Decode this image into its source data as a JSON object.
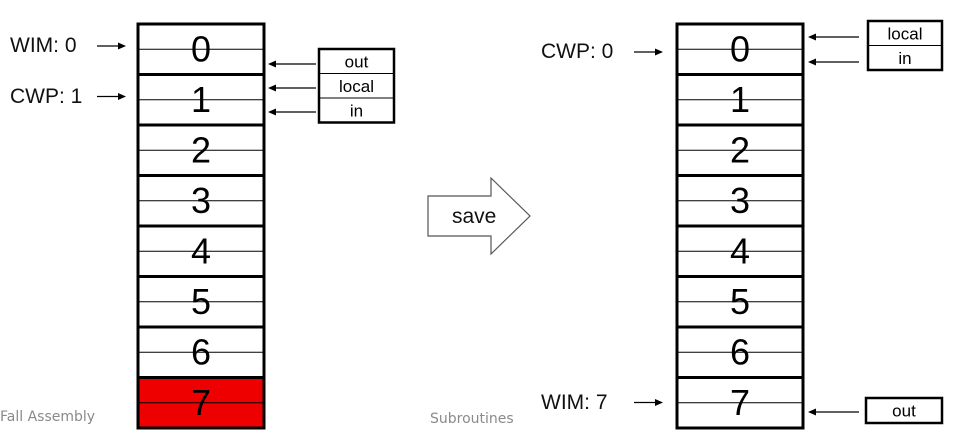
{
  "left_stack": {
    "cells": [
      "0",
      "1",
      "2",
      "3",
      "4",
      "5",
      "6",
      "7"
    ],
    "highlighted_index": 7,
    "highlight_color": "#ee0000",
    "pointers": [
      {
        "label": "WIM: 0",
        "index": 0
      },
      {
        "label": "CWP: 1",
        "index": 1
      }
    ],
    "window": {
      "segments": [
        "out",
        "local",
        "in"
      ]
    }
  },
  "right_stack": {
    "cells": [
      "0",
      "1",
      "2",
      "3",
      "4",
      "5",
      "6",
      "7"
    ],
    "pointers": [
      {
        "label": "CWP: 0",
        "index": 0
      },
      {
        "label": "WIM: 7",
        "index": 7
      }
    ],
    "window_top": {
      "segments": [
        "local",
        "in"
      ]
    },
    "window_bottom": {
      "segments": [
        "out"
      ]
    }
  },
  "save_arrow": {
    "label": "save"
  },
  "footer": {
    "left": "Fall  Assembly",
    "center": "Subroutines"
  }
}
